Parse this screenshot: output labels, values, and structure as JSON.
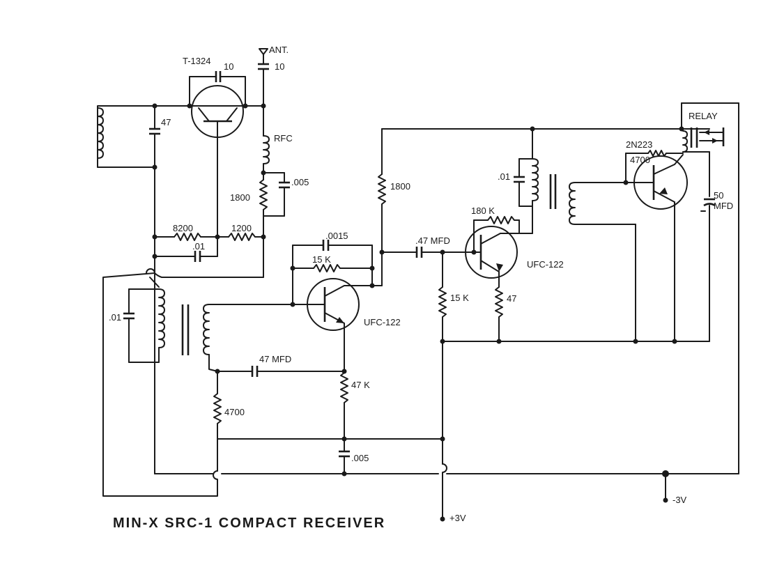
{
  "title": "MIN-X SRC-1 COMPACT RECEIVER",
  "labels": {
    "t1324": "T-1324",
    "t1324_cap": "10",
    "ant": "ANT.",
    "ant_cap": "10",
    "c47": "47",
    "rfc": "RFC",
    "r1800_left": "1800",
    "c005_top": ".005",
    "r8200": "8200",
    "r1200": "1200",
    "c01_mid": ".01",
    "c01_coil": ".01",
    "c0015": ".0015",
    "r15k_fb": "15 K",
    "ufc1": "UFC-122",
    "r1800_mid": "1800",
    "c47mfd_top": ".47 MFD",
    "r15k": "15 K",
    "c01_right": ".01",
    "r180k": "180 K",
    "ufc2": "UFC-122",
    "r47": "47",
    "c47mfd_bot": "47 MFD",
    "r47k": "47 K",
    "r4700_bot": "4700",
    "c005_bot": ".005",
    "relay": "RELAY",
    "q2n223": "2N223",
    "r4700_top": "4700",
    "c50": "50",
    "mfd": "MFD",
    "plus3v": "+3V",
    "minus3v": "-3V"
  }
}
